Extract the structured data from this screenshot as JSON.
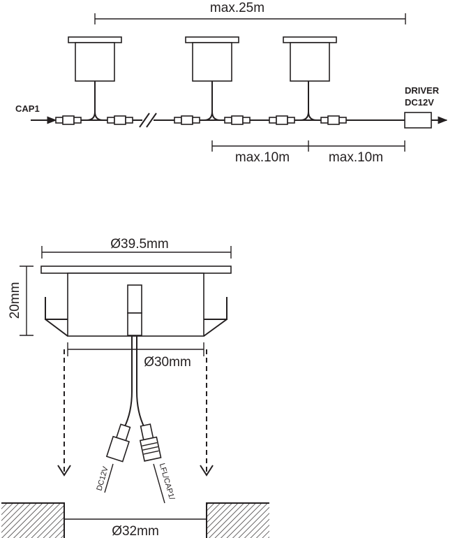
{
  "top_diagram": {
    "total_length_label": "max.25m",
    "input_label": "CAP1",
    "driver_label_line1": "DRIVER",
    "driver_label_line2": "DC12V",
    "segment_label_1": "max.10m",
    "segment_label_2": "max.10m"
  },
  "bottom_diagram": {
    "flange_diameter_label": "Ø39.5mm",
    "height_label": "20mm",
    "body_diameter_label": "Ø30mm",
    "cable_label_left": "DC12V",
    "cable_label_right": "LFL/CAP1/",
    "hole_diameter_label": "Ø32mm"
  }
}
